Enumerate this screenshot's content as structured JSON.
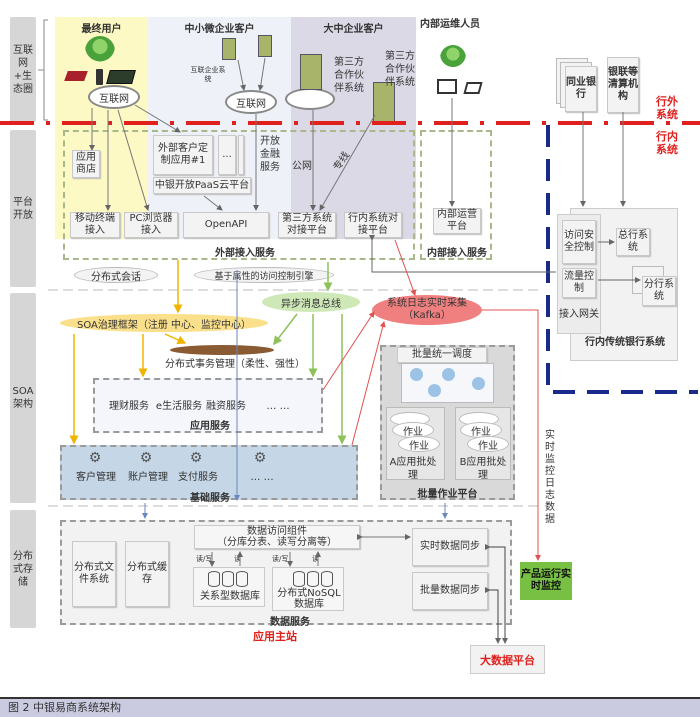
{
  "tiers": {
    "internet": "互联网+生态圈",
    "platform": "平台开放",
    "soa": "SOA架构",
    "storage": "分布式存储"
  },
  "zones": {
    "end_user": "最终用户",
    "sme": "中小微企业客户",
    "large": "大中企业客户",
    "ops": "内部运维人员"
  },
  "internet_nodes": {
    "cloud1": "互联网",
    "cloud2": "互联网",
    "sme_system": "互联企业系统",
    "partner1": "第三方合作伙伴系统",
    "partner2": "第三方合作伙伴系统"
  },
  "external_banks": {
    "peer_bank": "同业银行",
    "clearing": "银联等清算机构"
  },
  "boundary": {
    "outside": "行外系统",
    "inside": "行内系统"
  },
  "platform": {
    "app_store": "应用商店",
    "custom_app": "外部客户定制应用#1",
    "ellipsis": "...",
    "paas": "中银开放PaaS云平台",
    "open_finance": "开放金融服务",
    "public_net": "公网",
    "private_line": "专线",
    "mobile": "移动终端接入",
    "pc": "PC浏览器接入",
    "openapi": "OpenAPI",
    "third_party": "第三方系统对接平台",
    "internal_sys": "行内系统对接平台",
    "external_access": "外部接入服务",
    "internal_ops": "内部运营平台",
    "internal_access": "内部接入服务",
    "dist_session": "分布式会话",
    "abac": "基于属性的访问控制引擎"
  },
  "legacy": {
    "security": "访问安全控制",
    "flow": "流量控制",
    "gateway": "接入网关",
    "head_office": "总行系统",
    "branch": "分行系统",
    "title": "行内传统银行系统"
  },
  "soa": {
    "async_bus": "异步消息总线",
    "governance": "SOA治理框架（注册 中心、监控中心）",
    "kafka": "系统日志实时采集（Kafka）",
    "dist_tx": "分布式事务管理（柔性、强性）",
    "app_services": [
      "理财服务",
      "e生活服务",
      "融资服务",
      "… …"
    ],
    "app_services_title": "应用服务",
    "base_services": [
      "客户管理",
      "账户管理",
      "支付服务",
      "… …"
    ],
    "base_services_title": "基础服务"
  },
  "batch": {
    "scheduler": "批量统一调度",
    "job": "作业",
    "a_batch": "A应用批处理",
    "b_batch": "B应用批处理",
    "title": "批量作业平台"
  },
  "monitor": {
    "log_label": "实时监控日志数据",
    "product_monitor": "产品运行实时监控"
  },
  "storage": {
    "data_access": "数据访问组件",
    "data_access_sub": "（分库分表、读写分离等）",
    "dfs": "分布式文件系统",
    "cache": "分布式缓存",
    "rw": "读/写",
    "r": "读",
    "rdb": "关系型数据库",
    "nosql": "分布式NoSQL数据库",
    "realtime_sync": "实时数据同步",
    "batch_sync": "批量数据同步",
    "title": "数据服务"
  },
  "main_site": "应用主站",
  "big_data": "大数据平台",
  "caption": "图 2  中银易商系统架构"
}
